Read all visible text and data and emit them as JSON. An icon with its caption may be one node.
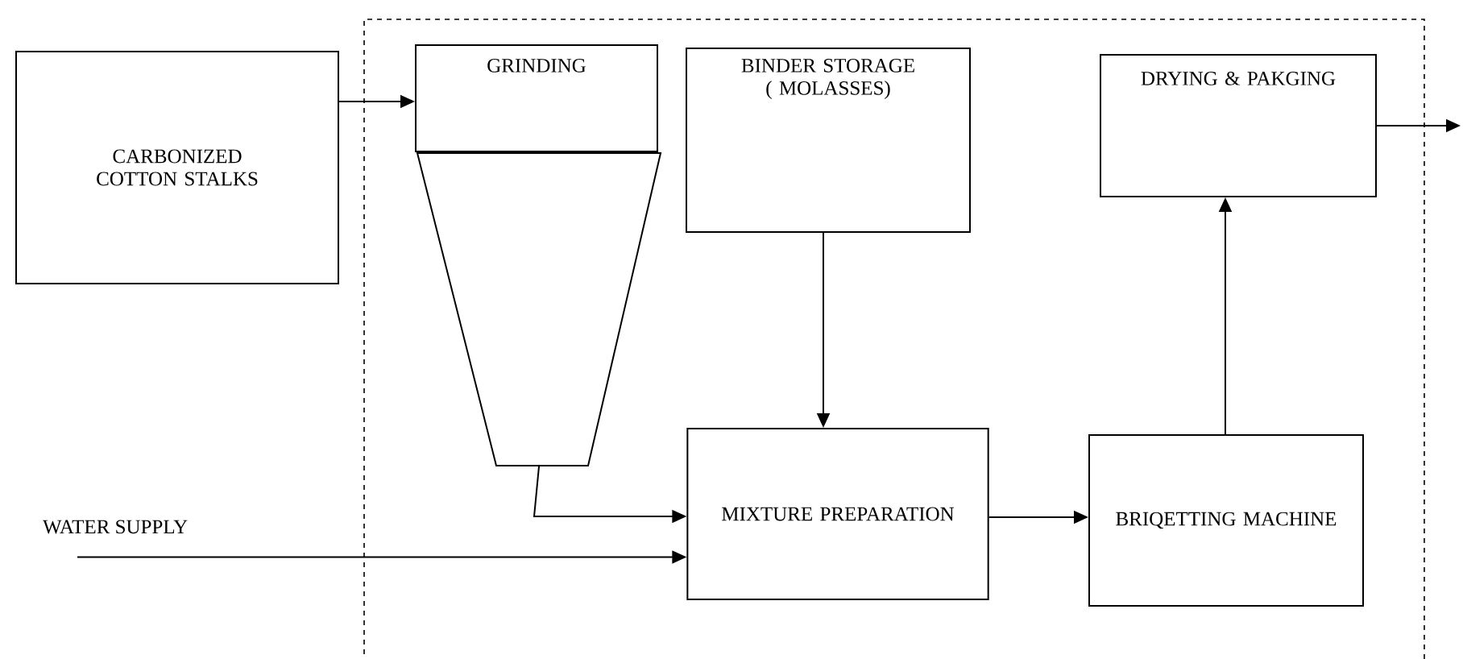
{
  "diagram": {
    "nodes": [
      {
        "text": [
          "CARBONIZED COTTON STALKS"
        ]
      },
      {
        "text": [
          "GRINDING"
        ]
      },
      {
        "text": [
          "BINDER STORAGE ( MOLASSES)"
        ]
      },
      {
        "text": [
          "DRYING & PAKGING"
        ]
      },
      {
        "text": [],
        "shape": "trapezoid"
      },
      {
        "text": [
          "MIXTURE PREPARATION"
        ]
      },
      {
        "text": [
          "BRIQETTING MACHINE"
        ]
      },
      {
        "text": [
          "WATER SUPPLY"
        ]
      }
    ],
    "edges": [
      {
        "from": 0,
        "to": 1,
        "arrow": "to"
      },
      {
        "from": 2,
        "to": 5,
        "arrow": "to"
      },
      {
        "from": 4,
        "to": 5,
        "arrow": "to"
      },
      {
        "from": 7,
        "to": 5,
        "arrow": "to"
      },
      {
        "from": 5,
        "to": 6,
        "arrow": "to"
      },
      {
        "from": 6,
        "to": 3,
        "arrow": "to"
      },
      {
        "from": 3,
        "to": null,
        "arrow": "to"
      }
    ]
  }
}
